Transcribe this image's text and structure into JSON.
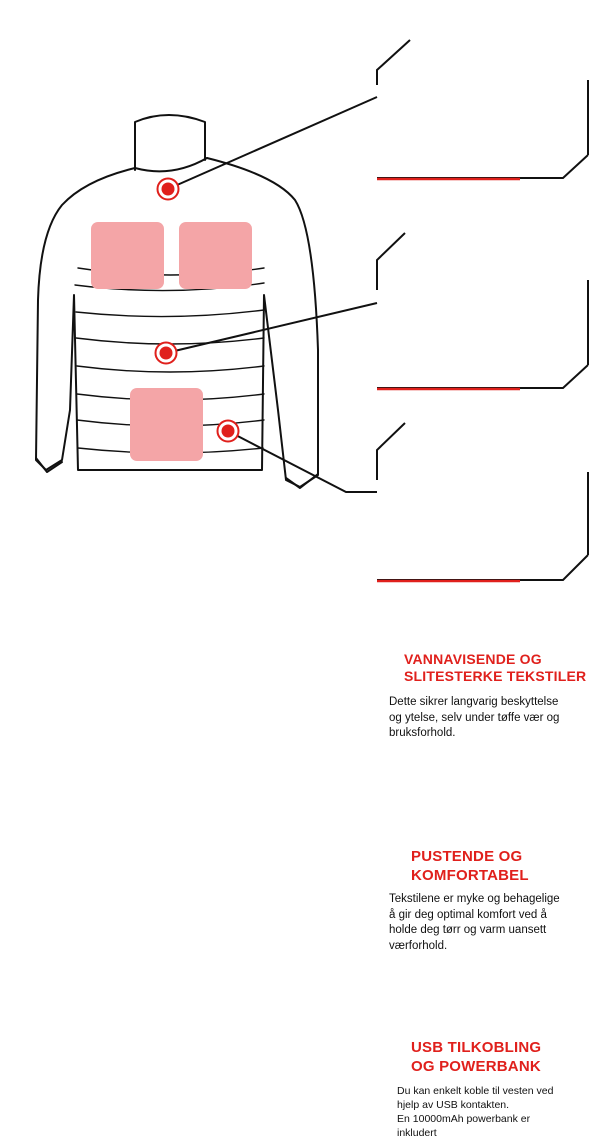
{
  "colors": {
    "accent_red": "#e0201c",
    "heat_pad": "#f4a5a7",
    "outline": "#111111",
    "background": "#ffffff"
  },
  "jacket": {
    "heating_pads": [
      "upper-left-pad",
      "upper-right-pad",
      "lower-pad"
    ],
    "markers": [
      "back-marker",
      "chest-marker",
      "usb-marker"
    ]
  },
  "callouts": [
    {
      "id": "waterproof",
      "title_lines": [
        "VANNAVISENDE OG",
        "SLITESTERKE TEKSTILER"
      ],
      "body_lines": [
        "Dette sikrer langvarig beskyttelse",
        "og ytelse, selv under tøffe vær og",
        "bruksforhold."
      ]
    },
    {
      "id": "breathable",
      "title_lines": [
        "PUSTENDE OG",
        "KOMFORTABEL"
      ],
      "body_lines": [
        "Tekstilene er myke og behagelige",
        "å gir deg optimal komfort ved å",
        "holde deg tørr og varm uansett",
        "værforhold."
      ]
    },
    {
      "id": "usb",
      "title_lines": [
        "USB TILKOBLING",
        "OG POWERBANK"
      ],
      "body_lines": [
        "Du kan enkelt koble til vesten ved",
        "hjelp av USB kontakten.",
        "En 10000mAh powerbank er",
        "inkludert"
      ]
    }
  ]
}
